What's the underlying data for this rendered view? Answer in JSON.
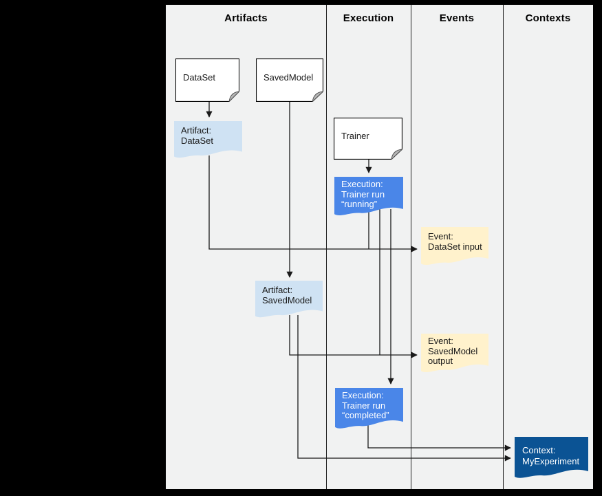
{
  "columns": [
    {
      "label": "Artifacts"
    },
    {
      "label": "Execution"
    },
    {
      "label": "Events"
    },
    {
      "label": "Contexts"
    }
  ],
  "colors": {
    "frame": "#000000",
    "canvas": "#f1f2f2",
    "white_node": "#ffffff",
    "fold": "#b7b7b7",
    "artifact": "#cfe2f3",
    "execution": "#4a86e8",
    "event": "#fff2cc",
    "context": "#0b5394",
    "line": "#1a1a1a"
  },
  "nodes": {
    "dataset": {
      "lines": [
        "DataSet"
      ]
    },
    "savedmodel": {
      "lines": [
        "SavedModel"
      ]
    },
    "trainer": {
      "lines": [
        "Trainer"
      ]
    },
    "artifact_dataset": {
      "lines": [
        "Artifact:",
        "DataSet"
      ]
    },
    "execution_running": {
      "lines": [
        "Execution:",
        "Trainer run",
        "“running”"
      ]
    },
    "event_dataset_input": {
      "lines": [
        "Event:",
        "DataSet input"
      ]
    },
    "artifact_savedmodel": {
      "lines": [
        "Artifact:",
        "SavedModel"
      ]
    },
    "event_savedmodel_output": {
      "lines": [
        "Event:",
        "SavedModel",
        "output"
      ]
    },
    "execution_completed": {
      "lines": [
        "Execution:",
        "Trainer run",
        "“completed”"
      ]
    },
    "context_myexperiment": {
      "lines": [
        "Context:",
        "MyExperiment"
      ]
    }
  },
  "edges": [
    {
      "from": "DataSet",
      "to": "Artifact: DataSet"
    },
    {
      "from": "SavedModel",
      "to": "Artifact: SavedModel"
    },
    {
      "from": "Trainer",
      "to": "Execution: Trainer run “running”"
    },
    {
      "from": "Artifact: DataSet",
      "to": "Event: DataSet input"
    },
    {
      "from": "Execution: Trainer run “running”",
      "to": "Event: DataSet input"
    },
    {
      "from": "Execution: Trainer run “running”",
      "to": "Event: SavedModel output"
    },
    {
      "from": "Execution: Trainer run “running”",
      "to": "Execution: Trainer run “completed”"
    },
    {
      "from": "Artifact: SavedModel",
      "to": "Event: SavedModel output"
    },
    {
      "from": "Artifact: SavedModel",
      "to": "Context: MyExperiment"
    },
    {
      "from": "Execution: Trainer run “completed”",
      "to": "Context: MyExperiment"
    }
  ]
}
